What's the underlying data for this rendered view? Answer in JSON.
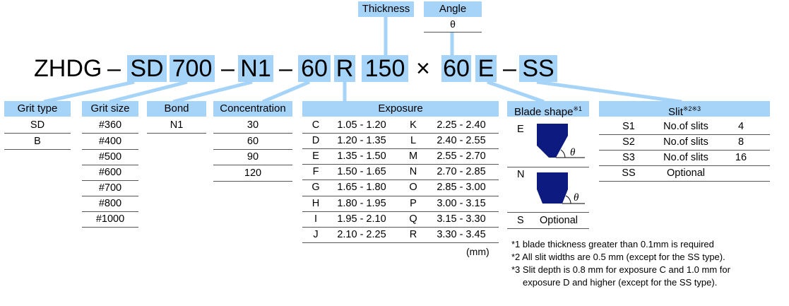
{
  "code": {
    "prefix": "ZHDG",
    "dash": "–",
    "times": "×",
    "grit_type": "SD",
    "grit_size": "700",
    "bond": "N1",
    "concentration": "60",
    "exposure": "R",
    "thickness": "150",
    "angle": "60",
    "blade_shape": "E",
    "slit": "SS"
  },
  "labels": {
    "thickness": "Thickness",
    "angle": "Angle",
    "angle_symbol": "θ"
  },
  "grit_type": {
    "header": "Grit type",
    "rows": [
      "SD",
      "B"
    ]
  },
  "grit_size": {
    "header": "Grit size",
    "rows": [
      "#360",
      "#400",
      "#500",
      "#600",
      "#700",
      "#800",
      "#1000"
    ]
  },
  "bond": {
    "header": "Bond",
    "rows": [
      "N1"
    ]
  },
  "concentration": {
    "header": "Concentration",
    "rows": [
      "30",
      "60",
      "90",
      "120"
    ]
  },
  "exposure": {
    "header": "Exposure",
    "rows": [
      {
        "c1": "C",
        "v1": "1.05 - 1.20",
        "c2": "K",
        "v2": "2.25 - 2.40"
      },
      {
        "c1": "D",
        "v1": "1.20 - 1.35",
        "c2": "L",
        "v2": "2.40 - 2.55"
      },
      {
        "c1": "E",
        "v1": "1.35 - 1.50",
        "c2": "M",
        "v2": "2.55 - 2.70"
      },
      {
        "c1": "F",
        "v1": "1.50 - 1.65",
        "c2": "N",
        "v2": "2.70 - 2.85"
      },
      {
        "c1": "G",
        "v1": "1.65 - 1.80",
        "c2": "O",
        "v2": "2.85 - 3.00"
      },
      {
        "c1": "H",
        "v1": "1.80 - 1.95",
        "c2": "P",
        "v2": "3.00 - 3.15"
      },
      {
        "c1": "I",
        "v1": "1.95 - 2.10",
        "c2": "Q",
        "v2": "3.15 - 3.30"
      },
      {
        "c1": "J",
        "v1": "2.10 - 2.25",
        "c2": "R",
        "v2": "3.30 - 3.45"
      }
    ],
    "unit": "(mm)"
  },
  "blade_shape": {
    "header": "Blade shape",
    "header_sup": "※1",
    "rows": [
      {
        "code": "E",
        "theta": "θ"
      },
      {
        "code": "N",
        "theta": "θ"
      },
      {
        "code": "S",
        "desc": "Optional"
      }
    ],
    "color": "#0d1a80"
  },
  "slit": {
    "header": "Slit",
    "header_sup": "※2※3",
    "rows": [
      {
        "code": "S1",
        "desc": "No.of slits",
        "count": "4"
      },
      {
        "code": "S2",
        "desc": "No.of slits",
        "count": "8"
      },
      {
        "code": "S3",
        "desc": "No.of slits",
        "count": "16"
      },
      {
        "code": "SS",
        "desc": "Optional",
        "count": ""
      }
    ]
  },
  "notes": [
    "*1 blade thickness greater than 0.1mm is required",
    "*2 All slit widths are 0.5 mm (except for the SS type).",
    "*3 Slit depth is 0.8 mm for exposure C and 1.0 mm for",
    "exposure D and higher (except for the SS type)."
  ],
  "colors": {
    "highlight": "#a6d3f8",
    "connector": "#a6d3f8",
    "rule": "#555555"
  }
}
